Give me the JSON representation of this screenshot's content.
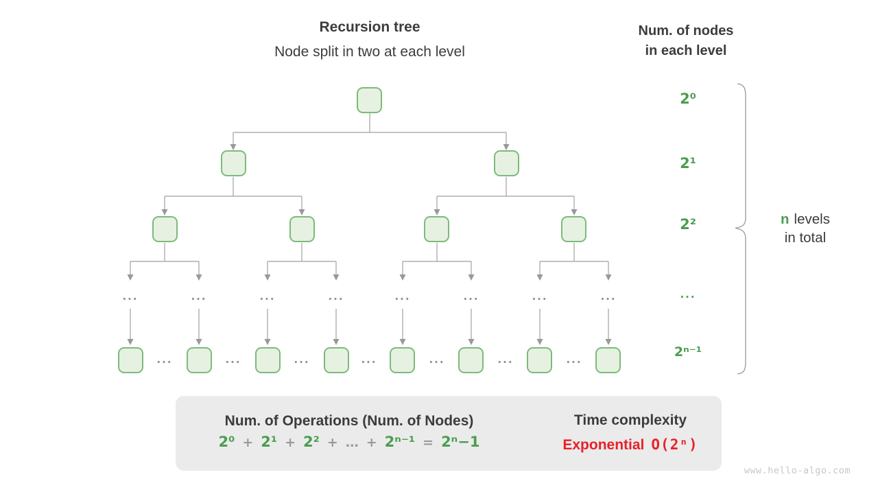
{
  "header": {
    "title": "Recursion tree",
    "subtitle": "Node split in two at each level",
    "right_title_line1": "Num. of nodes",
    "right_title_line2": "in each level"
  },
  "tree": {
    "ellipsis": "..."
  },
  "levels": [
    {
      "label": "2⁰"
    },
    {
      "label": "2¹"
    },
    {
      "label": "2²"
    },
    {
      "label": "..."
    },
    {
      "label": "2ⁿ⁻¹"
    }
  ],
  "brace_label": {
    "n": "n",
    "rest": "levels",
    "line2": "in total"
  },
  "summary": {
    "operations_title": "Num. of Operations (Num. of Nodes)",
    "equation_tokens": [
      {
        "text": "2⁰",
        "color": "green"
      },
      {
        "text": "+",
        "color": "gray"
      },
      {
        "text": "2¹",
        "color": "green"
      },
      {
        "text": "+",
        "color": "gray"
      },
      {
        "text": "2²",
        "color": "green"
      },
      {
        "text": "+",
        "color": "gray"
      },
      {
        "text": "…",
        "color": "gray"
      },
      {
        "text": "+",
        "color": "gray"
      },
      {
        "text": "2ⁿ⁻¹",
        "color": "green"
      },
      {
        "text": "=",
        "color": "gray"
      },
      {
        "text": "2ⁿ−1",
        "color": "green"
      }
    ],
    "time_title": "Time complexity",
    "complexity_word": "Exponential",
    "complexity_notation": "O(2ⁿ)"
  },
  "watermark": "www.hello-algo.com",
  "colors": {
    "green": "#4c9d50",
    "node_fill": "#e6f1e2",
    "node_border": "#7cbb79",
    "red": "#e82127",
    "line_gray": "#adadad",
    "arrowhead_gray": "#999999",
    "box_bg": "#ebebeb",
    "text_dark": "#3c3c3c"
  }
}
